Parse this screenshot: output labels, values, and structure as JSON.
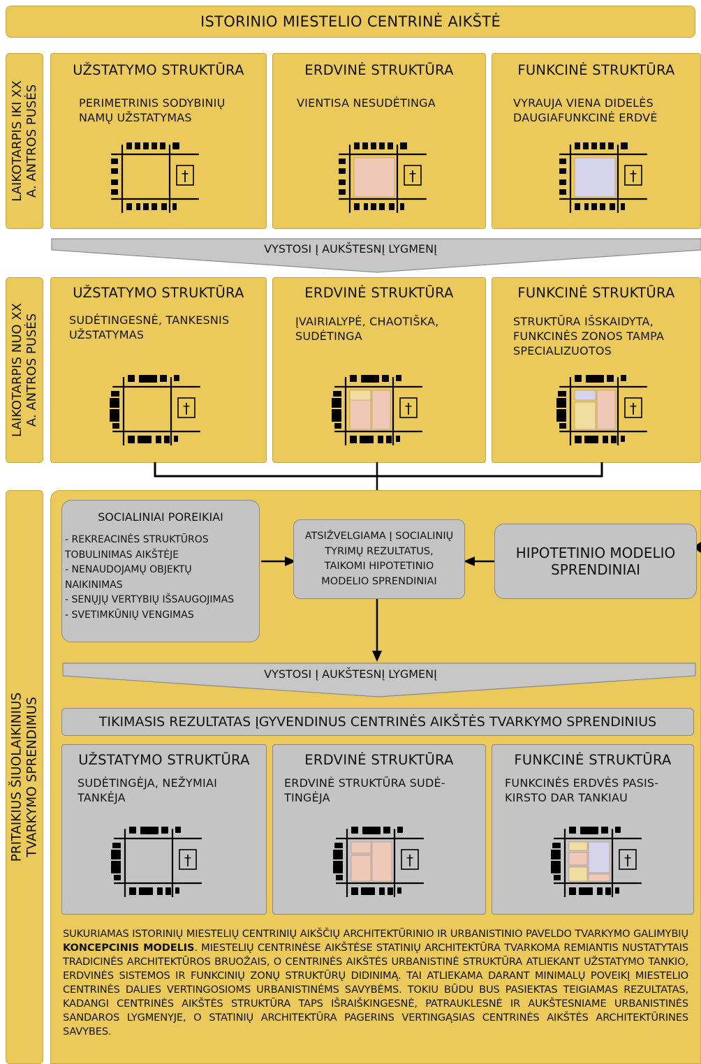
{
  "title": "ISTORINIO MIESTELIO CENTRINĖ AIKŠTĖ",
  "period1": {
    "label_line1": "LAIKOTARPIS IKI XX",
    "label_line2": "A. ANTROS PUSĖS",
    "panels": [
      {
        "heading": "UŽSTATYMO STRUKTŪRA",
        "text": "PERIMETRINIS SODYBINIŲ\nNAMŲ UŽSTATYMAS"
      },
      {
        "heading": "ERDVINĖ STRUKTŪRA",
        "text": "VIENTISA NESUDĖTINGA"
      },
      {
        "heading": "FUNKCINĖ STRUKTŪRA",
        "text": "VYRAUJA VIENA DIDELĖS\nDAUGIAFUNKCINĖ ERDVĖ"
      }
    ]
  },
  "develop_label_1": "VYSTOSI Į AUKŠTESNĮ LYGMENĮ",
  "period2": {
    "label_line1": "LAIKOTARPIS NUO XX",
    "label_line2": "A. ANTROS PUSĖS",
    "panels": [
      {
        "heading": "UŽSTATYMO STRUKTŪRA",
        "text": "SUDĖTINGESNĖ, TANKESNIS\nUŽSTATYMAS"
      },
      {
        "heading": "ERDVINĖ STRUKTŪRA",
        "text": "ĮVAIRIALYPĖ, CHAOTIŠKA,\nSUDĖTINGA"
      },
      {
        "heading": "FUNKCINĖ STRUKTŪRA",
        "text": "STRUKTŪRA IŠSKAIDYTA,\nFUNKCINĖS ZONOS TAMPA\nSPECIALIZUOTOS"
      }
    ]
  },
  "period3": {
    "label_line1": "PRITAIKIUS ŠIUOLAIKINIUS",
    "label_line2": "TVARKYMO SPRENDIMUS"
  },
  "social": {
    "title": "SOCIALINIAI POREIKIAI",
    "items": "- REKREACINĖS STRUKTŪROS\n   TOBULINIMAS AIKŠTĖJE\n- NENAUDOJAMŲ OBJEKTŲ\n   NAIKINIMAS\n- SENŲJŲ VERTYBIŲ IŠSAUGOJIMAS\n- SVETIMKŪNIŲ VENGIMAS"
  },
  "center_box": "ATSIŽVELGIAMA Į SOCIALINIŲ\nTYRIMŲ REZULTATUS,\nTAIKOMI HIPOTETINIO\nMODELIO SPRENDINIAI",
  "hypothetical": "HIPOTETINIO MODELIO\nSPRENDINIAI",
  "develop_label_2": "VYSTOSI Į AUKŠTESNĮ LYGMENĮ",
  "result_title": "TIKIMASIS REZULTATAS ĮGYVENDINUS CENTRINĖS AIKŠTĖS TVARKYMO SPRENDINIUS",
  "result_panels": [
    {
      "heading": "UŽSTATYMO STRUKTŪRA",
      "text": "SUDĖTINGĖJA, NEŽYMIAI\nTANKĖJA"
    },
    {
      "heading": "ERDVINĖ STRUKTŪRA",
      "text": "ERDVINĖ STRUKTŪRA SUDĖ-\nTINGĖJA"
    },
    {
      "heading": "FUNKCINĖ STRUKTŪRA",
      "text": "FUNKCINĖS ERDVĖS PASIS-\nKIRSTO DAR TANKIAU"
    }
  ],
  "summary_pre": "SUKURIAMAS ISTORINIŲ MIESTELIŲ CENTRINIŲ AIKŠČIŲ ARCHITEKTŪRINIO IR URBANISTINIO PAVELDO TVARKYMO GALIMYBIŲ ",
  "summary_bold": "KONCEPCINIS  MODELIS",
  "summary_post": ". MIESTELIŲ CENTRINĖSE AIKŠTĖSE STATINIŲ ARCHITEKTŪRA TVARKOMA REMIANTIS NUSTATYTAIS TRADICINĖS ARCHITEKTŪROS BRUOŽAIS, O CENTRINĖS AIKŠTĖS URBANISTINĖ STRUKTŪRA ATLIEKANT UŽSTATYMO TANKIO, ERDVINĖS SISTEMOS IR FUNKCINIŲ ZONŲ STRUKTŪRŲ DIDINIMĄ. TAI ATLIEKAMA DARANT MINIMALŲ POVEIKĮ MIESTELIO CENTRINĖS DALIES VERTINGOSIOMS URBANISTINĖMS SAVYBĖMS. TOKIU BŪDU BUS PASIEKTAS TEIGIAMAS REZULTATAS, KADANGI CENTRINĖS AIKŠTĖS STRUKTŪRA TAPS IŠRAIŠKINGESNĖ, PATRAUKLESNĖ IR AUKŠTESNIAME URBANISTINĖS SANDAROS LYGMENYJE, O STATINIŲ ARCHITEKTŪRA PAGERINS VERTINGĄSIAS CENTRINĖS AIKŠTĖS ARCHITEKTŪRINES SAVYBES.",
  "church_symbol": "†",
  "colors": {
    "yellow": "#ebc95a",
    "grey": "#c4c4c4",
    "pink": "#efc9b8",
    "lavender": "#d6d3ec",
    "cream": "#f0dea0"
  }
}
